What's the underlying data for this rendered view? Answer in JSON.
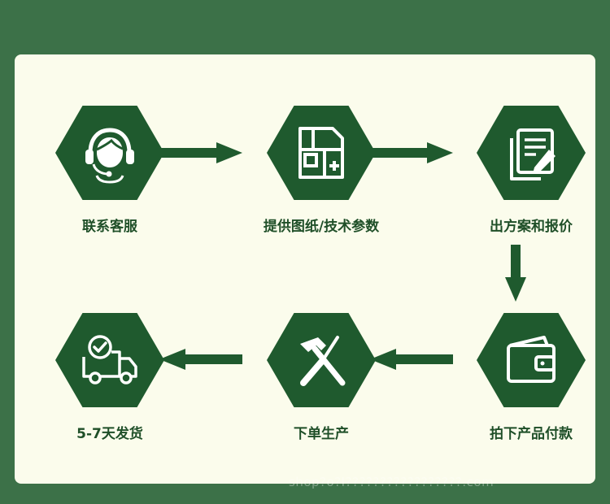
{
  "steps": [
    {
      "label": "联系客服",
      "icon": "customer-service-headset-icon"
    },
    {
      "label": "提供图纸/技术参数",
      "icon": "blueprint-drawing-icon"
    },
    {
      "label": "出方案和报价",
      "icon": "documents-pen-icon"
    },
    {
      "label": "拍下产品付款",
      "icon": "wallet-icon"
    },
    {
      "label": "下单生产",
      "icon": "hammer-screwdriver-icon"
    },
    {
      "label": "5-7天发货",
      "icon": "delivery-truck-check-icon"
    }
  ],
  "watermark": "shop?o?I?????????????????.com",
  "colors": {
    "background": "#3c7148",
    "panel": "#fbfcec",
    "hexagon": "#1f5a2e",
    "arrow": "#1f5a2e",
    "label": "#1f4f28"
  }
}
